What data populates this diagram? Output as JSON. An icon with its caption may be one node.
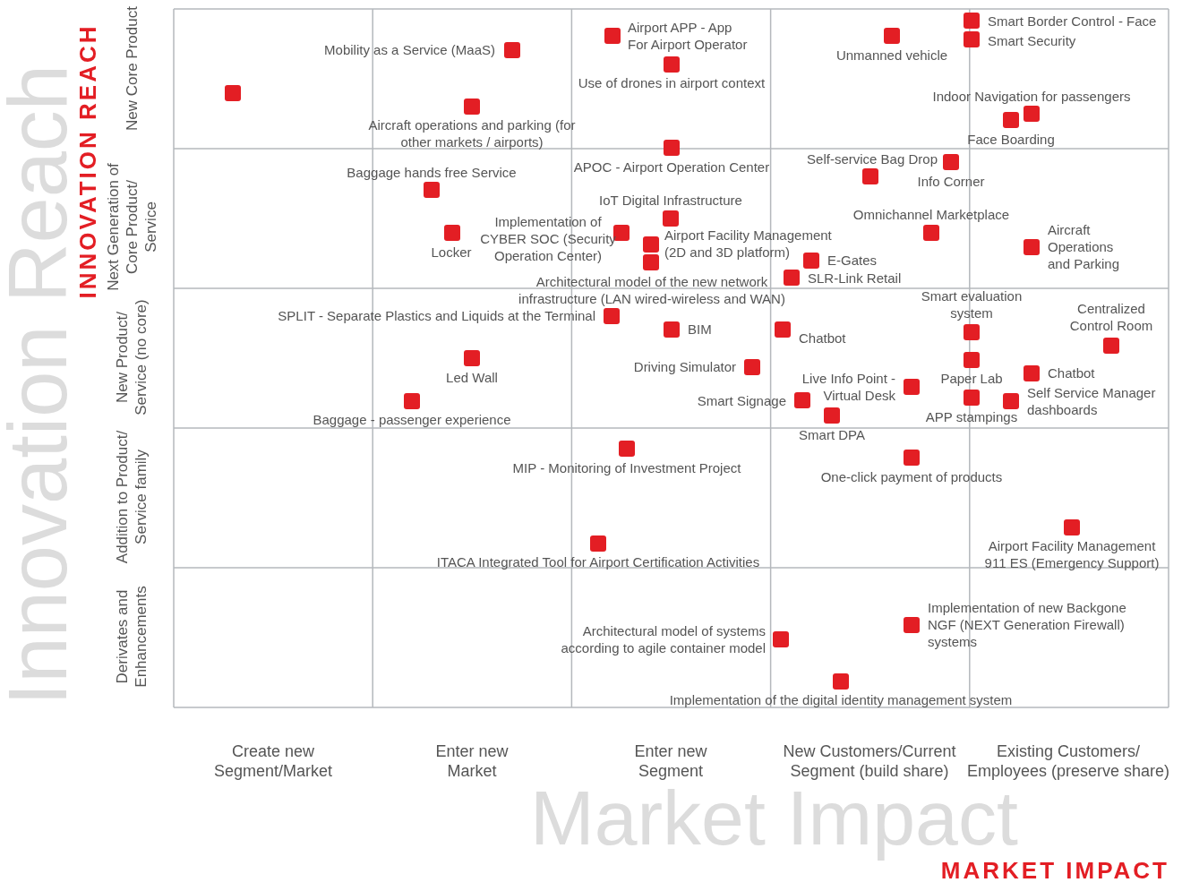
{
  "diagram": {
    "labels": [
      "Innovation Reach",
      "INNOVATION REACH",
      "New Core Product",
      "Next Generation of Core Product/ Service",
      "New Product/ Service (no core)",
      "Addition to Product/ Service family",
      "Derivates and Enhancements",
      "Mobility as a Service (MaaS)",
      "Airport APP - App For Airport Operator",
      "Smart Border Control - Face",
      "Smart Security",
      "Unmanned vehicle",
      "Use of drones in airport context",
      "Indoor Navigation for passengers",
      "Aircraft operations and parking (for other markets / airports)",
      "Face Boarding",
      "APOC - Airport Operation Center",
      "Self-service Bag Drop",
      "Baggage hands free Service",
      "Info Corner",
      "IoT Digital Infrastructure",
      "Omnichannel Marketplace",
      "Implementation of CYBER SOC (Security Operation Center)",
      "Locker",
      "Airport Facility Management (2D and 3D platform)",
      "Aircraft Operations and Parking",
      "E-Gates",
      "Architectural model of the new network infrastructure (LAN wired-wireless and WAN)",
      "SLR-Link Retail",
      "Smart evaluation system",
      "SPLIT - Separate Plastics and Liquids at the Terminal",
      "Centralized Control Room",
      "BIM",
      "Chatbot",
      "Driving Simulator",
      "Led Wall",
      "Live Info Point - Virtual Desk",
      "Paper Lab",
      "Chatbot",
      "Self Service Manager dashboards",
      "Baggage - passenger experience",
      "Smart Signage",
      "APP stampings",
      "Smart DPA",
      "MIP - Monitoring of Investment Project",
      "One-click payment of products",
      "Airport Facility Management 911 ES (Emergency Support)",
      "ITACA Integrated Tool for Airport Certification Activities",
      "Implementation of new Backgone NGF (NEXT Generation Firewall) systems",
      "Architectural model of systems according to agile container model",
      "Implementation of the digital identity management system",
      "Create new Segment/Market",
      "Enter new Market",
      "Enter new Segment",
      "New Customers/Current Segment (build share)",
      "Existing Customers/ Employees (preserve share)",
      "Market Impact",
      "MARKET IMPACT"
    ]
  }
}
